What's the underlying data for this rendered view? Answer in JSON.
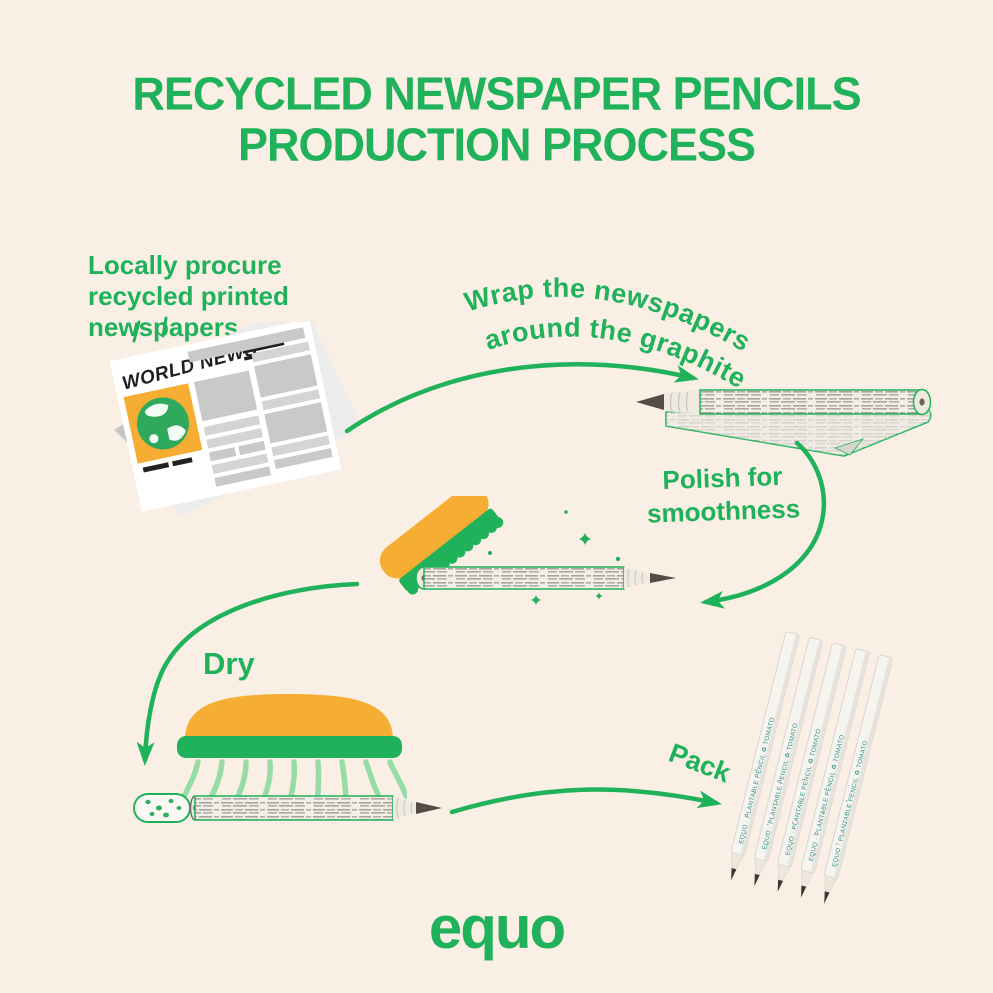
{
  "title": {
    "line1": "RECYCLED NEWSPAPER PENCILS",
    "line2": "PRODUCTION PROCESS"
  },
  "steps": {
    "procure": {
      "line1": "Locally procure",
      "line2": "recycled printed",
      "line3": "newspapers"
    },
    "wrap": {
      "line1": "Wrap the newspapers",
      "line2": "around the graphite"
    },
    "polish": {
      "line1": "Polish for",
      "line2": "smoothness"
    },
    "dry": {
      "label": "Dry"
    },
    "pack": {
      "label": "Pack"
    }
  },
  "newspaper": {
    "masthead": "WORLD NEWS"
  },
  "packaged_pencils": {
    "sleeve_text": "EQUO · PLANTABLE PENCIL ♻ TOMATO",
    "count": 5
  },
  "logo": {
    "text": "equo"
  },
  "colors": {
    "background": "#FAEFE4",
    "accent_green": "#1FB25A",
    "light_green": "#97DBA6",
    "yellow": "#F5AD33",
    "teal": "#2E8F86",
    "graphite": "#554D44"
  }
}
